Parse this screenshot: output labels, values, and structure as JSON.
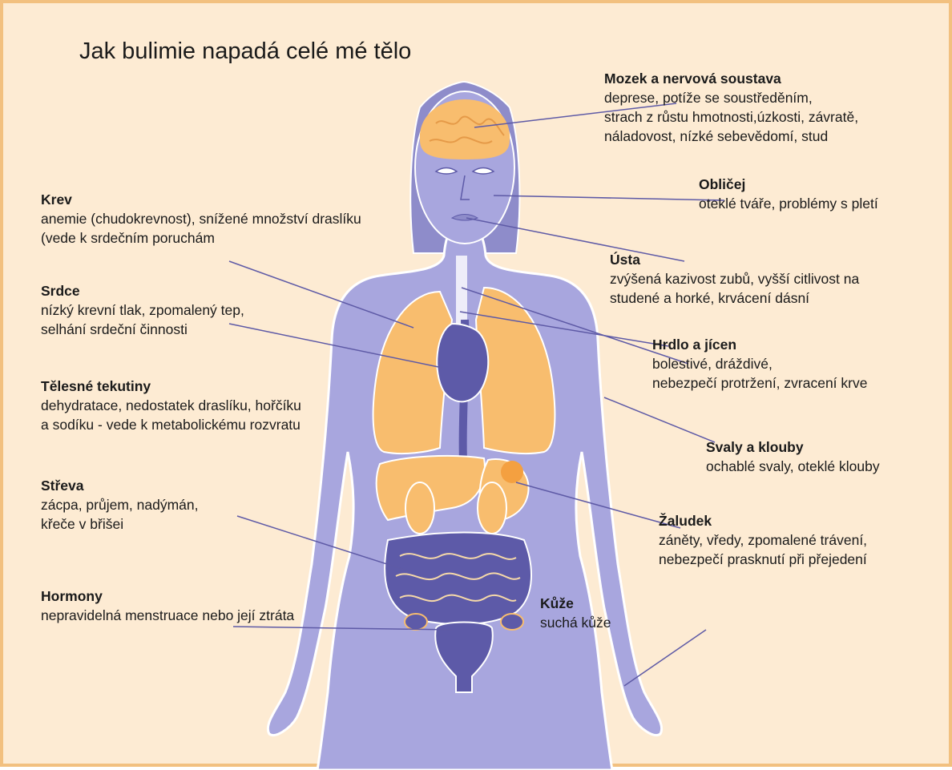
{
  "title": "Jak bulimie napadá celé mé tělo",
  "colors": {
    "background": "#fdebd3",
    "frame": "#f2c07f",
    "body": "#a8a6de",
    "body_outline": "#ffffff",
    "hair": "#8e8cca",
    "organs": "#f8bd6e",
    "organs_dark": "#5d5aa8",
    "leader_lines": "#5e5aa6"
  },
  "labels": {
    "mozek": {
      "heading": "Mozek a nervová soustava",
      "lines": [
        "deprese, potíže se soustředěním,",
        "strach z růstu hmotnosti,úzkosti, závratě,",
        "náladovost, nízké sebevědomí, stud"
      ]
    },
    "oblicej": {
      "heading": "Obličej",
      "lines": [
        "oteklé tváře, problémy s pletí"
      ]
    },
    "usta": {
      "heading": "Ústa",
      "lines": [
        "zvýšená kazivost zubů, vyšší citlivost na",
        "studené a horké, krvácení dásní"
      ]
    },
    "hrdlo": {
      "heading": "Hrdlo a jícen",
      "lines": [
        "bolestivé, dráždivé,",
        "nebezpečí protržení, zvracení krve"
      ]
    },
    "svaly": {
      "heading": "Svaly a klouby",
      "lines": [
        "ochablé svaly, oteklé klouby"
      ]
    },
    "zaludek": {
      "heading": "Žaludek",
      "lines": [
        "záněty, vředy, zpomalené trávení,",
        "nebezpečí prasknutí při přejedení"
      ]
    },
    "kuze": {
      "heading": "Kůže",
      "lines": [
        "suchá kůže"
      ]
    },
    "krev": {
      "heading": "Krev",
      "lines": [
        "anemie (chudokrevnost), snížené množství draslíku",
        "(vede k srdečním poruchám"
      ]
    },
    "srdce": {
      "heading": "Srdce",
      "lines": [
        "nízký krevní tlak, zpomalený tep,",
        "selhání srdeční činnosti"
      ]
    },
    "tekutiny": {
      "heading": "Tělesné tekutiny",
      "lines": [
        "dehydratace, nedostatek draslíku, hořčíku",
        "a sodíku - vede k metabolickému rozvratu"
      ]
    },
    "streva": {
      "heading": "Střeva",
      "lines": [
        "zácpa, průjem, nadýmán,",
        "křeče v břišei"
      ]
    },
    "hormony": {
      "heading": "Hormony",
      "lines": [
        "nepravidelná menstruace nebo její ztráta"
      ]
    }
  }
}
